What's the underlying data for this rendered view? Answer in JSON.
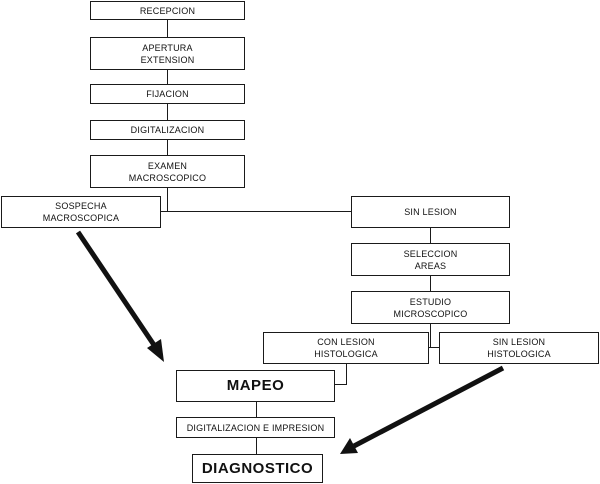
{
  "boxes": {
    "recepcion": "RECEPCION",
    "apertura": "APERTURA\nEXTENSION",
    "fijacion": "FIJACION",
    "digitalizacion": "DIGITALIZACION",
    "examen": "EXAMEN\nMACROSCOPICO",
    "sospecha": "SOSPECHA\nMACROSCOPICA",
    "sin_lesion": "SIN LESION",
    "seleccion": "SELECCION\nAREAS",
    "estudio": "ESTUDIO\nMICROSCOPICO",
    "con_lesion_histo": "CON LESION\nHISTOLOGICA",
    "sin_lesion_histo": "SIN LESION\nHISTOLOGICA",
    "mapeo": "MAPEO",
    "digitalizacion_impresion": "DIGITALIZACION E IMPRESION",
    "diagnostico": "DIAGNOSTICO"
  }
}
